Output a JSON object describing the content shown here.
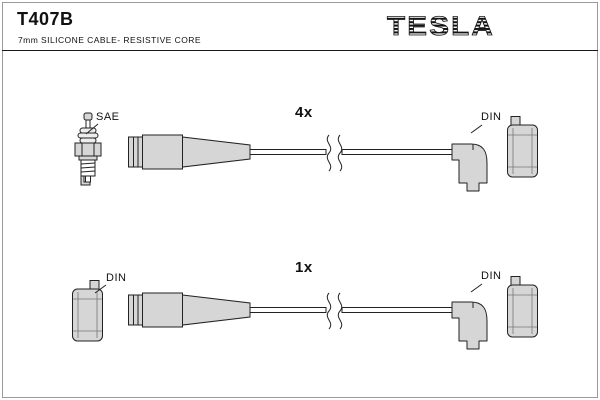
{
  "header": {
    "part_number": "T407B",
    "subtitle": "7mm SILICONE CABLE- RESISTIVE CORE",
    "brand": "TESLA"
  },
  "assemblies": [
    {
      "quantity": "4x",
      "left_label": "SAE",
      "right_label": "DIN",
      "left_end": "straight-boot",
      "right_end": "angled-90-boot"
    },
    {
      "quantity": "1x",
      "left_label": "DIN",
      "right_label": "DIN",
      "left_end": "straight-boot",
      "right_end": "angled-90-boot"
    }
  ],
  "colors": {
    "line": "#222222",
    "boot_fill": "#d6d6d6",
    "background": "#ffffff",
    "frame": "#9a9a9a"
  }
}
